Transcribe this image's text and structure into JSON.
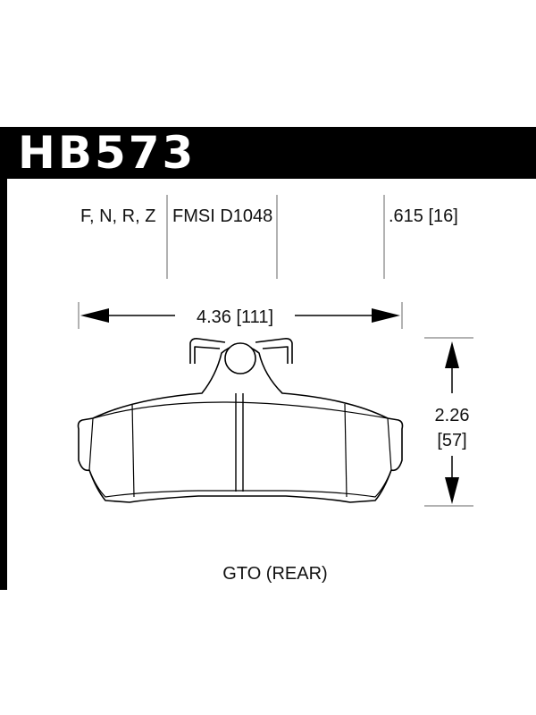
{
  "header": {
    "part_number": "HB573"
  },
  "specs": {
    "compounds": "F, N, R, Z",
    "fmsi": "FMSI D1048",
    "thickness": ".615 [16]"
  },
  "dimensions": {
    "width": "4.36 [111]",
    "height_in": "2.26",
    "height_mm": "[57]"
  },
  "caption": "GTO (REAR)"
}
